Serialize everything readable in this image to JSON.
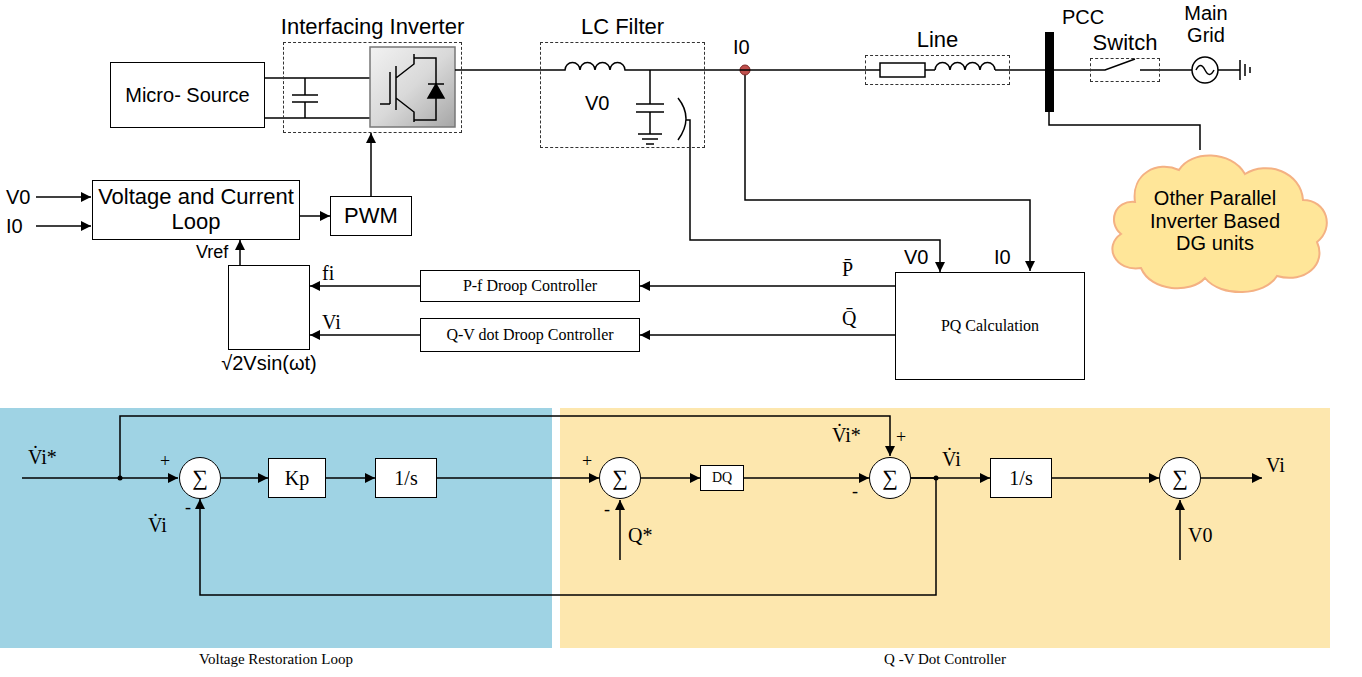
{
  "diagram": {
    "nodes": [
      {
        "text": [
          "Micro- Source"
        ]
      },
      {
        "text": [
          "Interfacing Inverter"
        ]
      },
      {
        "text": [
          "LC Filter"
        ]
      },
      {
        "text": [
          "Line"
        ]
      },
      {
        "text": [
          "Switch"
        ]
      },
      {
        "text": [
          "Other Parallel Inverter Based DG units"
        ]
      },
      {
        "text": [
          "Voltage and Current Loop"
        ]
      },
      {
        "text": [
          "PWM"
        ]
      },
      {
        "text": [
          "√2Vsin(ωt)"
        ]
      },
      {
        "text": [
          "P-f Droop Controller"
        ]
      },
      {
        "text": [
          "Q-V dot Droop Controller"
        ]
      },
      {
        "text": [
          "PQ Calculation"
        ]
      },
      {
        "text": [
          "Voltage Restoration Loop"
        ]
      },
      {
        "text": [
          "Q -V Dot Controller"
        ]
      },
      {
        "text": [
          "∑"
        ],
        "in": 12
      },
      {
        "text": [
          "Kp"
        ],
        "in": 12
      },
      {
        "text": [
          "1/s"
        ],
        "in": 12
      },
      {
        "text": [
          "∑"
        ],
        "in": 13
      },
      {
        "text": [
          "DQ"
        ],
        "in": 13
      },
      {
        "text": [
          "∑"
        ],
        "in": 13
      },
      {
        "text": [
          "1/s"
        ],
        "in": 13
      },
      {
        "text": [
          "∑"
        ],
        "in": 13
      }
    ],
    "edges": [
      {
        "from": 6,
        "to": 7,
        "arrow": "to"
      },
      {
        "from": 7,
        "to": 1,
        "arrow": "to"
      },
      {
        "from": 8,
        "to": 6,
        "arrow": "to",
        "label": "Vref"
      },
      {
        "from": 9,
        "to": 8,
        "arrow": "to",
        "label": "fi"
      },
      {
        "from": 10,
        "to": 8,
        "arrow": "to",
        "label": "Vi"
      },
      {
        "from": 11,
        "to": 9,
        "arrow": "to",
        "label": "P̄"
      },
      {
        "from": 11,
        "to": 10,
        "arrow": "to",
        "label": "Q̄"
      },
      {
        "from": 2,
        "to": 11,
        "arrow": "to",
        "label": "V0"
      },
      {
        "from": 0,
        "to": 1,
        "arrow": "none"
      },
      {
        "from": 1,
        "to": 2,
        "arrow": "none"
      },
      {
        "from": 2,
        "to": 3,
        "arrow": "none"
      },
      {
        "from": 3,
        "to": 4,
        "arrow": "none"
      },
      {
        "from": 14,
        "to": 15,
        "arrow": "to"
      },
      {
        "from": 15,
        "to": 16,
        "arrow": "to"
      },
      {
        "from": 16,
        "to": 17,
        "arrow": "to"
      },
      {
        "from": 17,
        "to": 18,
        "arrow": "to"
      },
      {
        "from": 18,
        "to": 19,
        "arrow": "to"
      },
      {
        "from": 19,
        "to": 20,
        "arrow": "to",
        "label": "V̇i"
      },
      {
        "from": 20,
        "to": 21,
        "arrow": "to"
      },
      {
        "from": 19,
        "to": 14,
        "arrow": "to"
      }
    ],
    "labels": [
      "V0",
      "I0",
      "I0",
      "V0",
      "I0",
      "PCC",
      "Main Grid",
      "V̇i*",
      "+",
      "V̇i",
      "-",
      "+",
      "-",
      "Q*",
      "V̇i*",
      "+",
      "-",
      "V0",
      "Vi"
    ]
  }
}
